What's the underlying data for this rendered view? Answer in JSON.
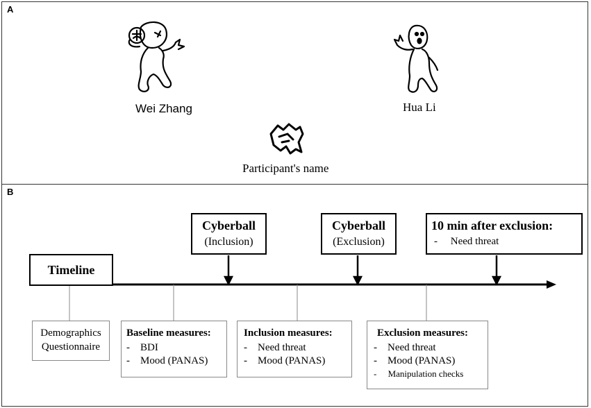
{
  "panel_a": {
    "label": "A",
    "player_left_name": "Wei Zhang",
    "player_right_name": "Hua Li",
    "participant_name": "Participant's name"
  },
  "panel_b": {
    "label": "B",
    "timeline_label": "Timeline",
    "top_boxes": [
      {
        "title": "Cyberball",
        "subtitle": "(Inclusion)"
      },
      {
        "title": "Cyberball",
        "subtitle": "(Exclusion)"
      },
      {
        "title": "10 min after exclusion:",
        "items": [
          "Need threat"
        ]
      }
    ],
    "bottom_boxes": [
      {
        "lines": [
          "Demographics",
          "Questionnaire"
        ]
      },
      {
        "title": "Baseline measures:",
        "items": [
          "BDI",
          "Mood (PANAS)"
        ]
      },
      {
        "title": "Inclusion measures:",
        "items": [
          "Need threat",
          "Mood (PANAS)"
        ]
      },
      {
        "title": "Exclusion measures:",
        "items": [
          "Need threat",
          "Mood (PANAS)",
          "Manipulation checks"
        ]
      }
    ]
  }
}
